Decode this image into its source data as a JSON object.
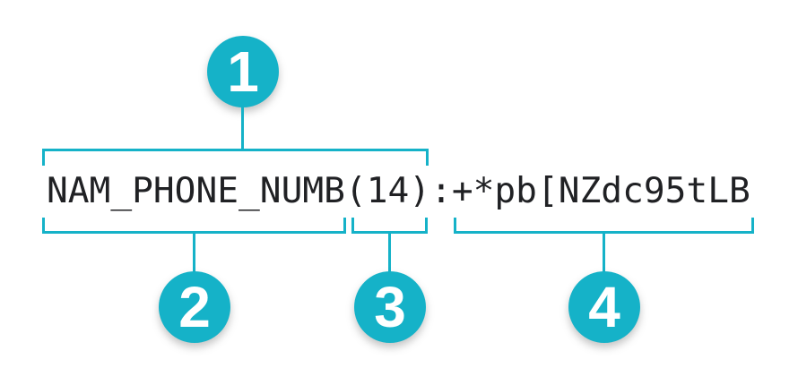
{
  "accent_color": "#15b2c8",
  "text_color": "#202124",
  "token_string": {
    "full": "NAM_PHONE_NUMB(14):+*pb[NZdc95tLB",
    "field_name": "NAM_PHONE_NUMB",
    "length": "(14)",
    "separator": ":",
    "value": "+*pb[NZdc95tLB"
  },
  "callouts": [
    {
      "number": "1",
      "refers_to": "field name with length"
    },
    {
      "number": "2",
      "refers_to": "field name"
    },
    {
      "number": "3",
      "refers_to": "length"
    },
    {
      "number": "4",
      "refers_to": "token value"
    }
  ]
}
